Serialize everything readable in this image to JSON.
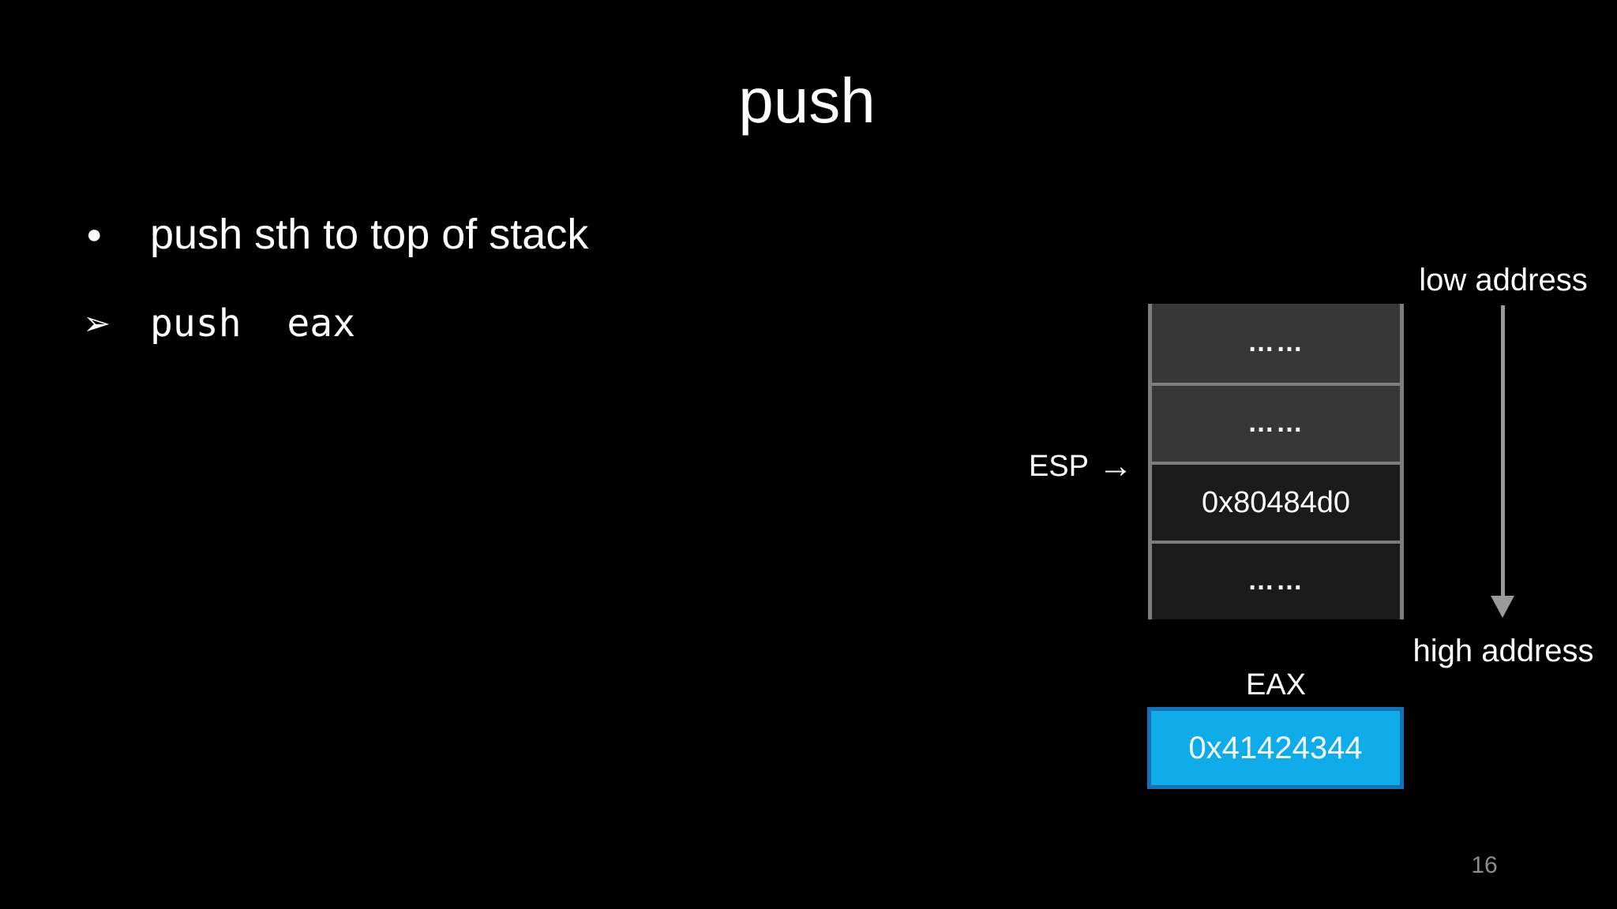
{
  "slide": {
    "title": "push",
    "page_number": "16",
    "bullets": [
      {
        "marker": "●",
        "text": "push sth to top of stack",
        "style": "body"
      },
      {
        "marker": "➢",
        "text": "push  eax",
        "style": "code"
      }
    ]
  },
  "diagram": {
    "stack": {
      "cells": [
        {
          "text": "……",
          "variant": "light"
        },
        {
          "text": "……",
          "variant": "light"
        },
        {
          "text": "0x80484d0",
          "variant": "dark"
        },
        {
          "text": "……",
          "variant": "dark"
        }
      ]
    },
    "esp": {
      "label": "ESP",
      "arrow": "→"
    },
    "axis": {
      "top_label": "low address",
      "bottom_label": "high address"
    },
    "register": {
      "name": "EAX",
      "value": "0x41424344"
    },
    "colors": {
      "accent_blue_fill": "#10ace9",
      "accent_blue_border": "#1572b8",
      "cell_light": "#373737",
      "cell_dark": "#1b1b1b",
      "table_border": "#7d7d7d",
      "axis_arrow": "#9a9a9a",
      "page_number_color": "#8c8c8c",
      "text_color": "#ffffff"
    }
  }
}
